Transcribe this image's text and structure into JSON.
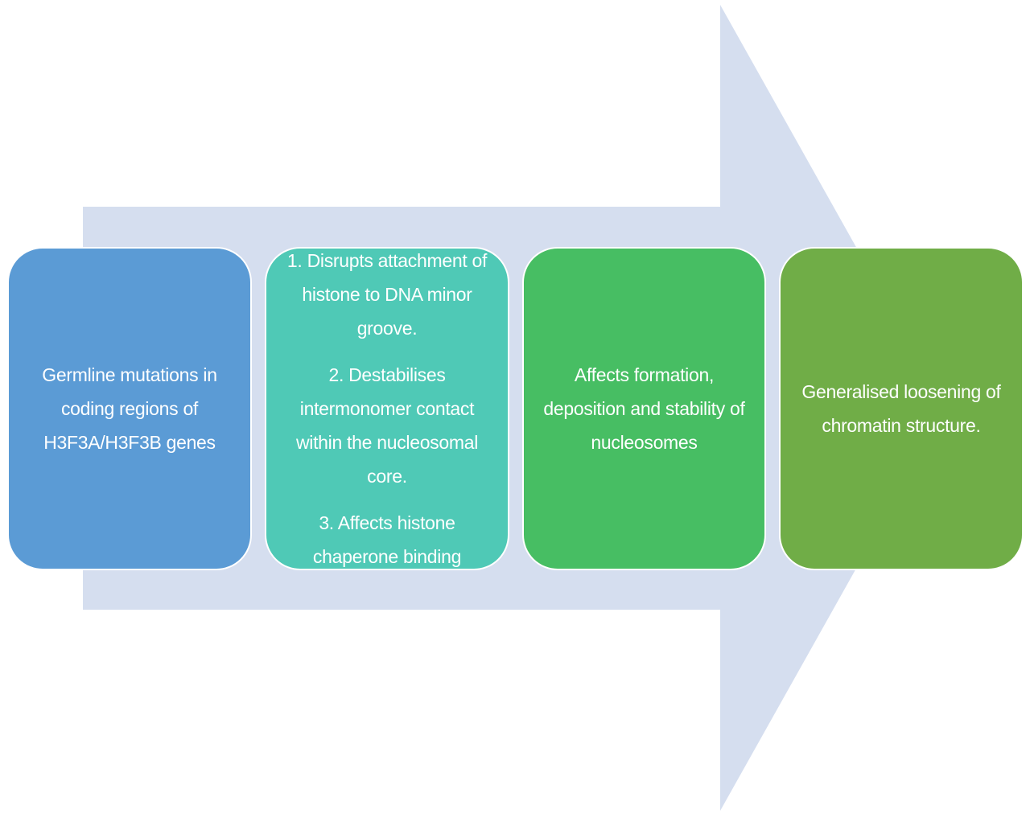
{
  "colors": {
    "arrow": "#d5deef",
    "step_1": "#5b9bd5",
    "step_2": "#4fc9b6",
    "step_3": "#47be63",
    "step_4": "#70ad47",
    "text": "#ffffff"
  },
  "steps": [
    {
      "text": "Germline mutations in coding regions of H3F3A/H3F3B genes"
    },
    {
      "items": [
        "1. Disrupts attachment of histone to DNA minor groove.",
        "2. Destabilises intermonomer contact within the nucleosomal core.",
        "3. Affects histone chaperone binding"
      ]
    },
    {
      "text": "Affects formation, deposition and stability of nucleosomes"
    },
    {
      "text": "Generalised loosening of chromatin structure."
    }
  ]
}
